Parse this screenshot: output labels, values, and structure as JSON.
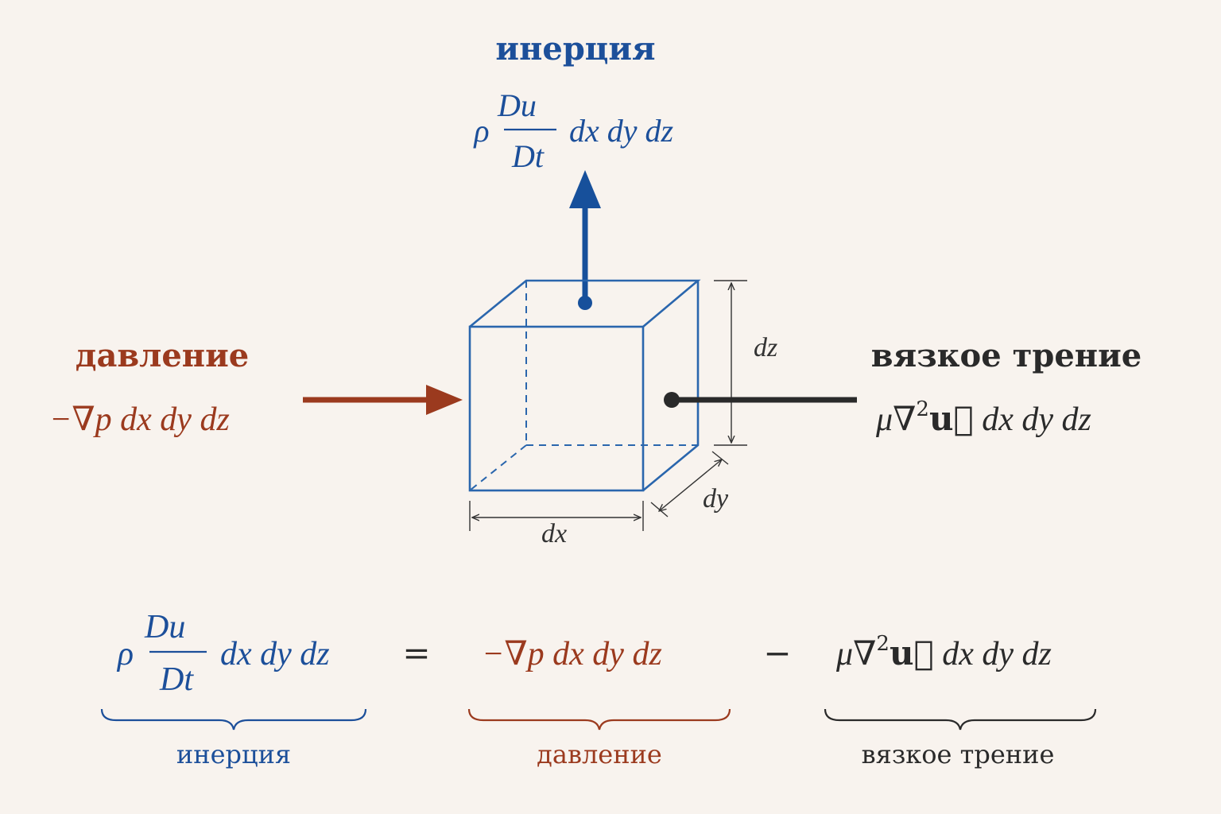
{
  "colors": {
    "background": "#f8f3ee",
    "inertia": "#1c4f9a",
    "pressure": "#9b3a1e",
    "viscous": "#2a2a2a",
    "cube": "#2a66ad"
  },
  "top": {
    "heading": "инерция",
    "rho": "ρ",
    "frac_num": "Du⃗",
    "frac_den": "Dt",
    "diff": "dx dy dz"
  },
  "left": {
    "heading": "давление",
    "expr": "−∇p dx dy dz"
  },
  "right": {
    "heading": "вязкое трение",
    "expr_mu": "μ∇",
    "expr_sup": "2",
    "expr_u": "u⃗",
    "expr_diff": " dx dy dz"
  },
  "dims": {
    "dx": "dx",
    "dy": "dy",
    "dz": "dz"
  },
  "equation": {
    "lhs_rho": "ρ",
    "lhs_num": "Du⃗",
    "lhs_den": "Dt",
    "lhs_diff": "dx dy dz",
    "eq": "=",
    "term2": "−∇p dx dy dz",
    "minus": "−",
    "t3_mu": "μ∇",
    "t3_sup": "2",
    "t3_u": "u⃗",
    "t3_diff": " dx dy dz"
  },
  "labels": {
    "inertia": "инерция",
    "pressure": "давление",
    "viscous": "вязкое трение"
  }
}
